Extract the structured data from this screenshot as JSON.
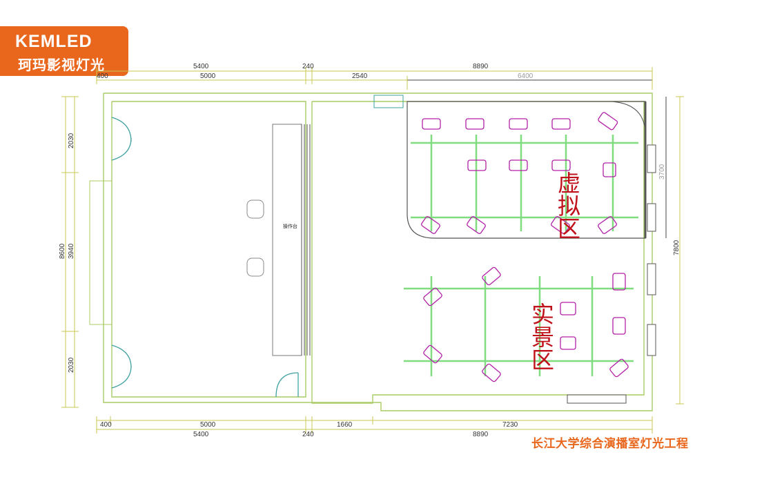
{
  "logo": {
    "brand": "KEMLED",
    "brand_cn": "珂玛影视灯光"
  },
  "caption": "长江大学综合演播室灯光工程",
  "zones": {
    "virtual": "虚拟区",
    "real": "实景区"
  },
  "dimensions": {
    "top_outer": [
      "5400",
      "240",
      "8890"
    ],
    "top_inner": [
      "5000",
      "2540"
    ],
    "top_green": "6400",
    "top_small": "400",
    "bottom_inner": [
      "400",
      "5000",
      "1660",
      "7230"
    ],
    "bottom_outer": [
      "5400",
      "240",
      "8890"
    ],
    "left_outer": "8600",
    "left_mid": "3940",
    "left_top": "2030",
    "left_bottom": "2030",
    "right_top": "3700",
    "right_outer": "7800"
  },
  "labels": {
    "console": "操作台"
  },
  "colors": {
    "accent": "#e9671d",
    "zone_text": "#c0121b",
    "truss": "#7fdc7f",
    "fixture": "#b21fa8",
    "wall": "#a9cc63"
  }
}
